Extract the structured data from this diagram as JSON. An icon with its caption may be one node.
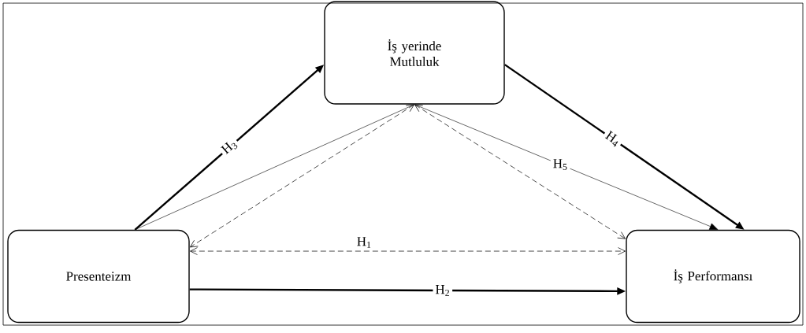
{
  "diagram": {
    "nodes": [
      {
        "text": [
          "Presenteizm"
        ]
      },
      {
        "text": [
          "İş yerinde Mutluluk"
        ]
      },
      {
        "text": [
          "İş Performansı"
        ]
      }
    ],
    "edges": [
      {
        "from": 0,
        "to": 1,
        "arrow": "to",
        "label": "H$_{3}$",
        "style": "thick"
      },
      {
        "from": 1,
        "to": 2,
        "arrow": "to",
        "label": "H$_{4}$",
        "style": "thick"
      },
      {
        "from": 0,
        "to": 1,
        "arrow": "none"
      },
      {
        "from": 1,
        "to": 2,
        "arrow": "to",
        "label": "H$_{5}$"
      },
      {
        "from": 1,
        "to": 0,
        "arrow": "both",
        "style": "dashed"
      },
      {
        "from": 1,
        "to": 2,
        "arrow": "both",
        "style": "dashed"
      },
      {
        "from": 0,
        "to": 2,
        "arrow": "both",
        "label": "H$_{1}$",
        "style": "dashed"
      },
      {
        "from": 0,
        "to": 2,
        "arrow": "to",
        "label": "H$_{2}$",
        "style": "thick"
      }
    ]
  }
}
